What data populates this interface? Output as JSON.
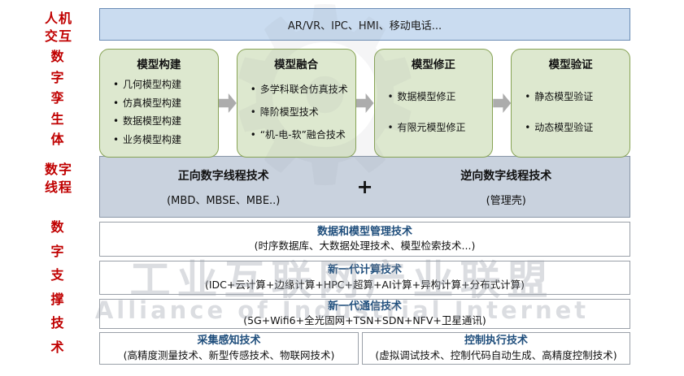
{
  "side_labels": {
    "hmi": "人机交互",
    "twin": "数字孪生体",
    "thread": "数字线程",
    "support": "数字支撑技术"
  },
  "top_bar": {
    "label": "AR/VR、IPC、HMI、移动电话..."
  },
  "model_flow": {
    "boxes": [
      {
        "title": "模型构建",
        "items": [
          "几何模型构建",
          "仿真模型构建",
          "数据模型构建",
          "业务模型构建"
        ]
      },
      {
        "title": "模型融合",
        "items": [
          "多学科联合仿真技术",
          "降阶模型技术",
          "“机-电-软”融合技术"
        ]
      },
      {
        "title": "模型修正",
        "items": [
          "数据模型修正",
          "有限元模型修正"
        ]
      },
      {
        "title": "模型验证",
        "items": [
          "静态模型验证",
          "动态模型验证"
        ]
      }
    ]
  },
  "thread_bar": {
    "forward_title": "正向数字线程技术",
    "forward_sub": "(MBD、MBSE、MBE..)",
    "plus": "+",
    "reverse_title": "逆向数字线程技术",
    "reverse_sub": "(管理壳)"
  },
  "support_bars": [
    {
      "title": "数据和模型管理技术",
      "sub": "(时序数据库、大数据处理技术、模型检索技术...)"
    },
    {
      "title": "新一代计算技术",
      "sub": "(IDC+云计算+边缘计算+HPC+超算+AI计算+异构计算+分布式计算)"
    },
    {
      "title": "新一代通信技术",
      "sub": "(5G+Wifi6+全光固网+TSN+SDN+NFV+卫星通讯)"
    }
  ],
  "bottom_bars": [
    {
      "title": "采集感知技术",
      "sub": "(高精度测量技术、新型传感技术、物联网技术)"
    },
    {
      "title": "控制执行技术",
      "sub": "(虚拟调试技术、控制代码自动生成、高精度控制技术)"
    }
  ],
  "watermark": {
    "line1": "工业互联网产业联盟",
    "line2": "Alliance of Industrial Internet"
  },
  "colors": {
    "side_label_red": "#c00000",
    "green_box_fill": "#dde8cf",
    "green_box_border": "#87a355",
    "top_bar_fill": "#cadcf0",
    "thread_bar_fill": "#c9d2de",
    "title_blue": "#1f4e7c",
    "arrow_gray": "#acacac"
  }
}
